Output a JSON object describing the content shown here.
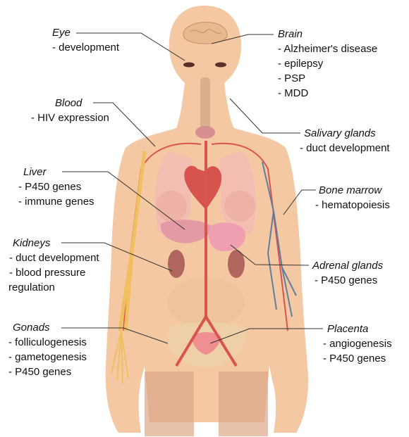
{
  "labels": {
    "eye": {
      "title": "Eye",
      "items": [
        "- development"
      ]
    },
    "brain": {
      "title": "Brain",
      "items": [
        "- Alzheimer's disease",
        "- epilepsy",
        "- PSP",
        "- MDD"
      ]
    },
    "blood": {
      "title": "Blood",
      "items": [
        "- HIV expression"
      ]
    },
    "salivary": {
      "title": "Salivary glands",
      "items": [
        "- duct development"
      ]
    },
    "liver": {
      "title": "Liver",
      "items": [
        "- P450 genes",
        "- immune genes"
      ]
    },
    "bone": {
      "title": "Bone marrow",
      "items": [
        "- hematopoiesis"
      ]
    },
    "kidneys": {
      "title": "Kidneys",
      "items": [
        "- duct development",
        "- blood pressure",
        "regulation"
      ]
    },
    "adrenal": {
      "title": "Adrenal glands",
      "items": [
        "- P450 genes"
      ]
    },
    "gonads": {
      "title": "Gonads",
      "items": [
        "- folliculogenesis",
        "- gametogenesis",
        "- P450 genes"
      ]
    },
    "placenta": {
      "title": "Placenta",
      "items": [
        "- angiogenesis",
        "- P450 genes"
      ]
    }
  },
  "colors": {
    "skin": "#f3c8a3",
    "skin_dark": "#e5b28b",
    "organ_pink": "#e9a1a9",
    "artery": "#d9534f",
    "bone": "#f0c060",
    "vein": "#5f7ea0",
    "leader": "#333333"
  }
}
